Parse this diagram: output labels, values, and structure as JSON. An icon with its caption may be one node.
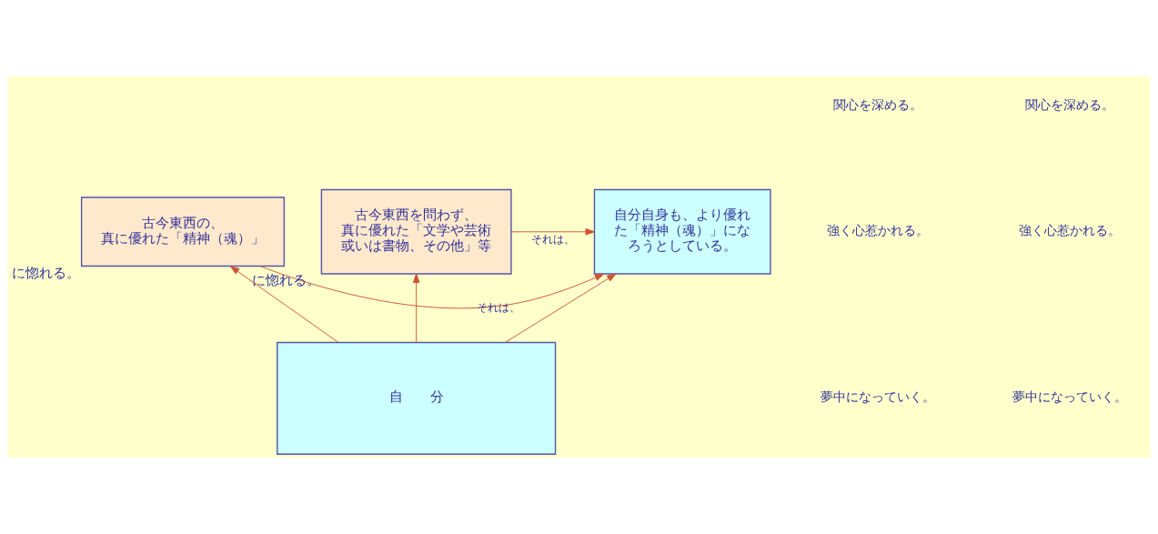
{
  "diagram": {
    "nodes": [
      {
        "text": [
          "古今東西の、",
          "真に優れた「精神（魂）」"
        ],
        "beside": [
          "に惚れる。"
        ]
      },
      {
        "text": [
          "自分自身も、より優れた「精神（魂）」になろうとしている。"
        ]
      },
      {
        "text": [
          "古今東西を問わず、",
          "真に優れた「文学や芸術或いは書物、その他」等"
        ],
        "beside": [
          "に惚れる。"
        ]
      },
      {
        "text": [
          "自　　分"
        ]
      }
    ],
    "edges": [
      {
        "from": 0,
        "to": 1,
        "arrow": "to",
        "label": "それは、"
      },
      {
        "from": 2,
        "to": 1,
        "arrow": "to",
        "label": "それは、"
      },
      {
        "from": 3,
        "to": 0,
        "arrow": "to"
      },
      {
        "from": 3,
        "to": 1,
        "arrow": "to"
      },
      {
        "from": 3,
        "to": 2,
        "arrow": "to"
      }
    ],
    "labels": [
      "関心を深める。",
      "強く心惹かれる。",
      "夢中になっていく。",
      "関心を深める。",
      "強く心惹かれる。",
      "夢中になっていく。"
    ]
  }
}
